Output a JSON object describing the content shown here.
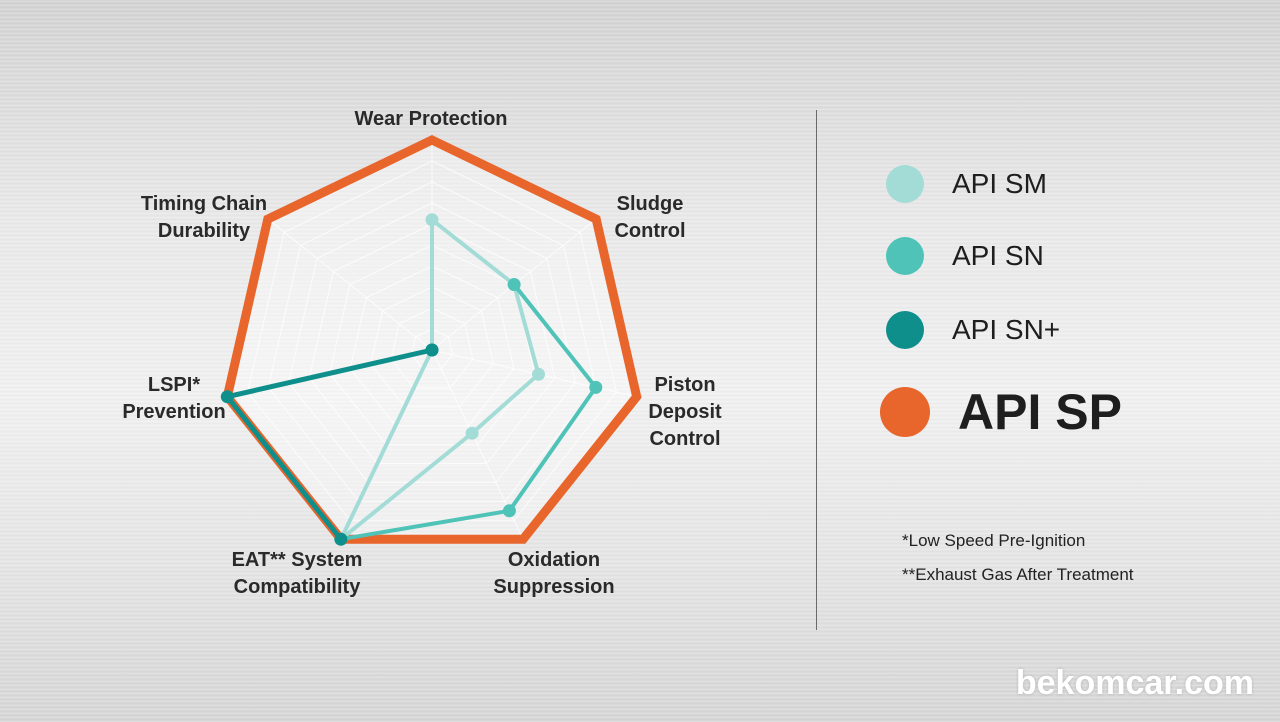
{
  "chart_data": {
    "type": "radar",
    "axes": [
      [
        "Wear Protection"
      ],
      [
        "Sludge",
        "Control"
      ],
      [
        "Piston",
        "Deposit",
        "Control"
      ],
      [
        "Oxidation",
        "Suppression"
      ],
      [
        "EAT** System",
        "Compatibility"
      ],
      [
        "LSPI*",
        "Prevention"
      ],
      [
        "Timing Chain",
        "Durability"
      ]
    ],
    "rlim": [
      0,
      1
    ],
    "grid": true,
    "legend_position": "right",
    "series": [
      {
        "name": "API SM",
        "color": "#a3dcd6",
        "values": [
          0.62,
          0.5,
          0.52,
          0.44,
          1.0,
          0.0,
          0.0
        ]
      },
      {
        "name": "API SN",
        "color": "#4fc3b8",
        "values": [
          null,
          0.5,
          0.8,
          0.85,
          1.0,
          null,
          null
        ]
      },
      {
        "name": "API SN+",
        "color": "#0f8f8c",
        "values": [
          null,
          null,
          null,
          null,
          1.0,
          1.0,
          0.0
        ]
      },
      {
        "name": "API SP",
        "color": "#e8652b",
        "values": [
          1.0,
          1.0,
          1.0,
          1.0,
          1.0,
          1.0,
          1.0
        ]
      }
    ]
  },
  "footnotes": [
    "*Low Speed Pre-Ignition",
    "**Exhaust Gas After Treatment"
  ],
  "watermark": "bekomcar.com"
}
